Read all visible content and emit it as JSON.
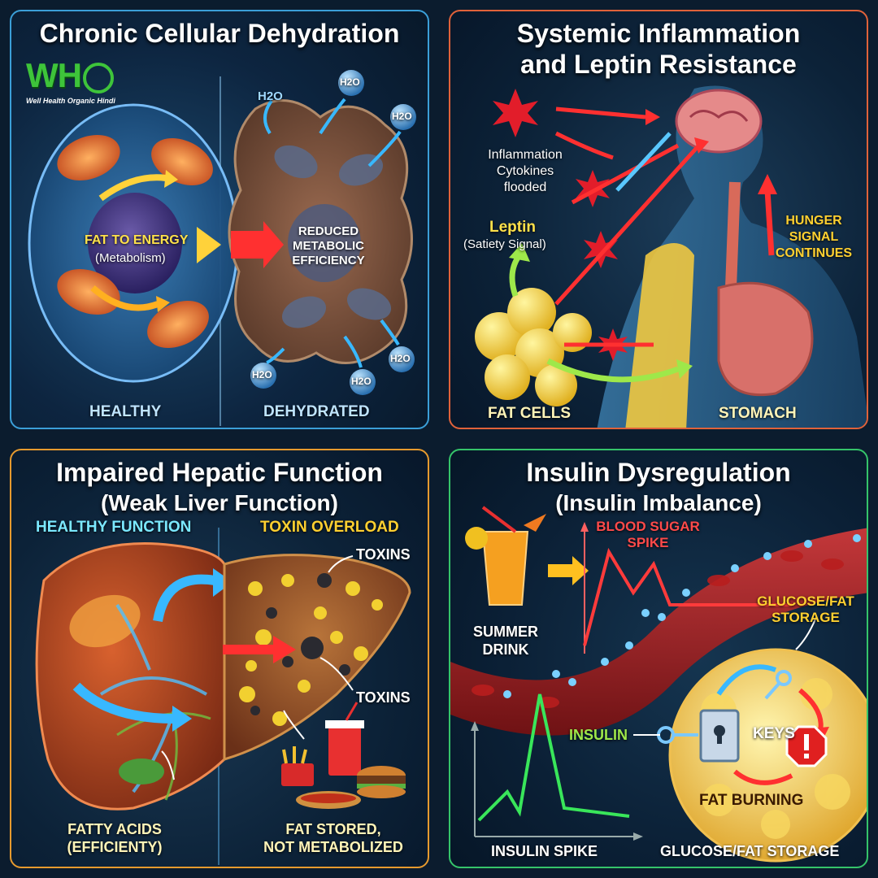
{
  "logo": {
    "letters": "WH",
    "tagline": "Well Health Organic Hindi"
  },
  "panel1": {
    "title": "Chronic Cellular Dehydration",
    "fat_to_energy": "FAT TO ENERGY",
    "metabolism": "(Metabolism)",
    "reduced": [
      "REDUCED",
      "METABOLIC",
      "EFFICIENCY"
    ],
    "water": "H2O",
    "healthy": "HEALTHY",
    "dehydrated": "DEHYDRATED"
  },
  "panel2": {
    "title_line1": "Systemic Inflammation",
    "title_line2": "and Leptin Resistance",
    "inflammation": [
      "Inflammation",
      "Cytokines",
      "flooded"
    ],
    "leptin": "Leptin",
    "satiety": "(Satiety Signal)",
    "hunger": [
      "HUNGER",
      "SIGNAL",
      "CONTINUES"
    ],
    "fat_cells": "FAT CELLS",
    "stomach": "STOMACH"
  },
  "panel3": {
    "title_line1": "Impaired Hepatic Function",
    "title_line2": "(Weak Liver Function)",
    "healthy_function": "HEALTHY FUNCTION",
    "toxin_overload": "TOXIN OVERLOAD",
    "toxins": "TOXINS",
    "fatty_acids": [
      "FATTY ACIDS",
      "(EFFICIENTY)"
    ],
    "fat_stored": [
      "FAT STORED,",
      "NOT METABOLIZED"
    ]
  },
  "panel4": {
    "title_line1": "Insulin Dysregulation",
    "title_line2": "(Insulin Imbalance)",
    "blood_sugar": [
      "BLOOD SUGAR",
      "SPIKE"
    ],
    "summer_drink": [
      "SUMMER",
      "DRINK"
    ],
    "glucose_storage_top": [
      "GLUCOSE/FAT",
      "STORAGE"
    ],
    "insulin": "INSULIN",
    "keys": "KEYS",
    "fat_burning": "FAT BURNING",
    "insulin_spike": "INSULIN SPIKE",
    "glucose_storage_bottom": "GLUCOSE/FAT STORAGE"
  },
  "colors": {
    "p1_border": "#3b9fd8",
    "p2_border": "#e0623a",
    "p3_border": "#e69a2e",
    "p4_border": "#35c46a",
    "spike_red": "#ff3b3b",
    "spike_green": "#39e65a"
  }
}
